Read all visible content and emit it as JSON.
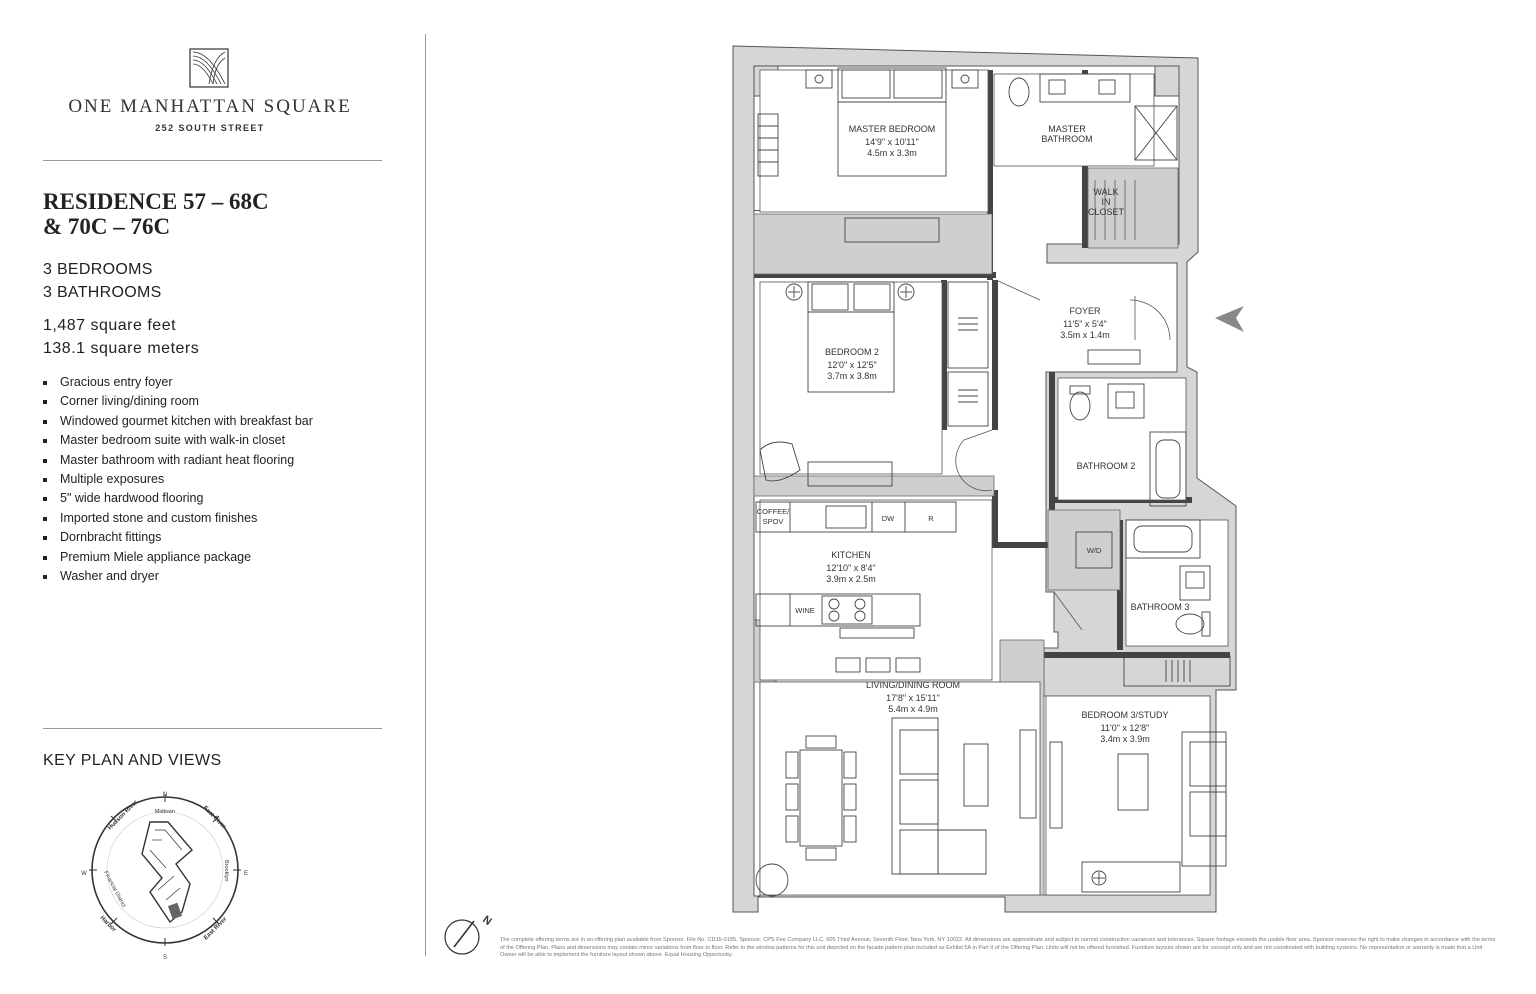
{
  "brand": {
    "name": "ONE MANHATTAN SQUARE",
    "address": "252 SOUTH STREET"
  },
  "residence": {
    "title_line1": "RESIDENCE 57 – 68C",
    "title_line2": "& 70C – 76C",
    "bedrooms": "3 BEDROOMS",
    "bathrooms": "3 BATHROOMS",
    "sq_feet": "1,487 square feet",
    "sq_meters": "138.1 square meters"
  },
  "features": [
    "Gracious entry foyer",
    "Corner living/dining room",
    "Windowed gourmet kitchen with breakfast bar",
    "Master bedroom suite with walk-in closet",
    "Master bathroom with radiant heat flooring",
    "Multiple exposures",
    "5\" wide hardwood flooring",
    "Imported stone and custom finishes",
    "Dornbracht fittings",
    "Premium Miele appliance package",
    "Washer and dryer"
  ],
  "key_plan": {
    "title": "KEY PLAN AND VIEWS",
    "compass": {
      "n": "N",
      "s": "S",
      "e": "E",
      "w": "W"
    },
    "views": {
      "hudson": "Hudson River",
      "midtown": "Midtown",
      "east_river_top": "East River",
      "brooklyn": "Brooklyn",
      "financial": "Financial District",
      "harbor": "Harbor",
      "east_river_bottom": "East River"
    }
  },
  "rooms": {
    "master_bedroom": {
      "name": "MASTER BEDROOM",
      "ft": "14'9\" x 10'11\"",
      "m": "4.5m x 3.3m"
    },
    "master_bathroom": {
      "name1": "MASTER",
      "name2": "BATHROOM"
    },
    "walk_in": {
      "l1": "WALK",
      "l2": "IN",
      "l3": "CLOSET"
    },
    "foyer": {
      "name": "FOYER",
      "ft": "11'5\" x 5'4\"",
      "m": "3.5m x 1.4m"
    },
    "bedroom2": {
      "name": "BEDROOM 2",
      "ft": "12'0\" x 12'5\"",
      "m": "3.7m x 3.8m"
    },
    "bathroom2": {
      "name": "BATHROOM 2"
    },
    "kitchen": {
      "name": "KITCHEN",
      "ft": "12'10\" x 8'4\"",
      "m": "3.9m x 2.5m"
    },
    "bathroom3": {
      "name": "BATHROOM 3"
    },
    "living": {
      "name": "LIVING/DINING ROOM",
      "ft": "17'8\" x 15'11\"",
      "m": "5.4m x 4.9m"
    },
    "bedroom3": {
      "name": "BEDROOM 3/STUDY",
      "ft": "11'0\" x 12'8\"",
      "m": "3.4m x 3.9m"
    },
    "appliances": {
      "coffee1": "COFFEE/",
      "coffee2": "SPOV",
      "dw": "DW",
      "r": "R",
      "wine": "WINE",
      "wd": "W/D"
    }
  },
  "north_label": "N",
  "disclaimer": "The complete offering terms are in an offering plan available from Sponsor. File No. CD15-0185. Sponsor: CPS Fee Company LLC, 605 Third Avenue, Seventh Floor, New York, NY 10022. All dimensions are approximate and subject to normal construction variances and tolerances. Square footage exceeds the usable floor area. Sponsor reserves the right to make changes in accordance with the terms of the Offering Plan. Plans and dimensions may contain minor variations from floor to floor. Refer to the window patterns for this unit depicted on the facade pattern plan included as Exhibit 5A in Part II of the Offering Plan. Units will not be offered furnished. Furniture layouts shown are for concept only and are not coordinated with building systems. No representation or warranty is made that a Unit Owner will be able to implement the furniture layout shown above. Equal Housing Opportunity."
}
